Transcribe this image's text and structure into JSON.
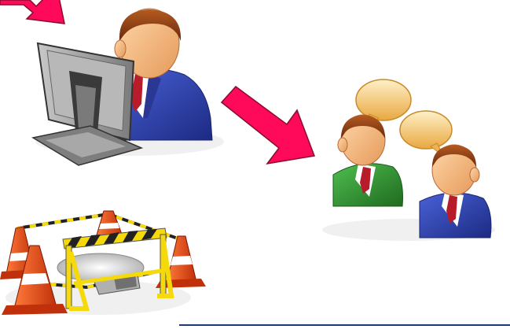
{
  "scene": {
    "icons": [
      {
        "name": "top-left-arrow-icon",
        "kind": "arrow"
      },
      {
        "name": "person-at-computer-icon",
        "kind": "illustration"
      },
      {
        "name": "center-arrow-icon",
        "kind": "arrow"
      },
      {
        "name": "two-people-talking-icon",
        "kind": "illustration"
      },
      {
        "name": "construction-barrier-icon",
        "kind": "illustration"
      }
    ]
  },
  "colors": {
    "arrow_fill": "#ff0a5a",
    "arrow_stroke": "#8a0a2a",
    "suit_blue": "#2e3fa0",
    "suit_green": "#2e8a2e",
    "tie_red": "#b81c2a",
    "skin": "#f0b07a",
    "hair": "#8a3a12",
    "monitor_gray": "#9a9a9a",
    "bubble_orange": "#f4c060",
    "cone_orange": "#f24a0a",
    "barrier_yellow": "#f5d90a",
    "line_navy": "#1e3a6e"
  }
}
